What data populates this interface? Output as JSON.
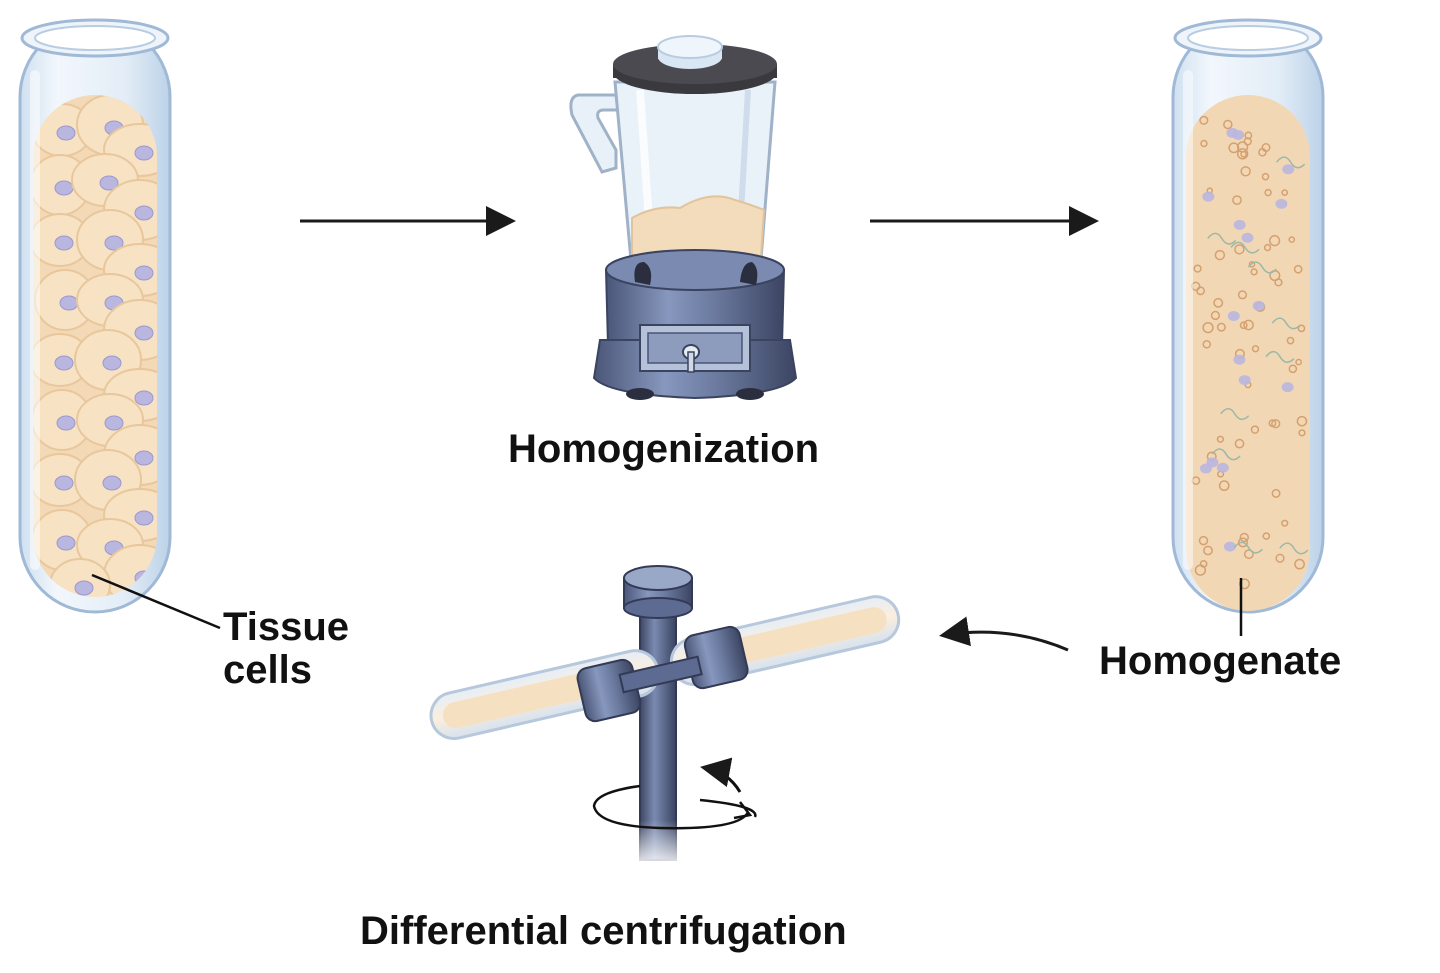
{
  "labels": {
    "homogenization": "Homogenization",
    "tissue_cells": [
      "Tissue",
      "cells"
    ],
    "homogenate": "Homogenate",
    "differential_centrifugation": "Differential centrifugation"
  },
  "colors": {
    "tissue_fill": "#f4d9b6",
    "cell_border": "#e8c79c",
    "nucleus": "#b9b6e0",
    "glass": "#dce8f4",
    "glass_edge": "#aac2dc",
    "blender_base": "#6b7a9e",
    "blender_dark": "#3f4763",
    "lid": "#3a3a3e",
    "arrow": "#1a1a1a"
  }
}
